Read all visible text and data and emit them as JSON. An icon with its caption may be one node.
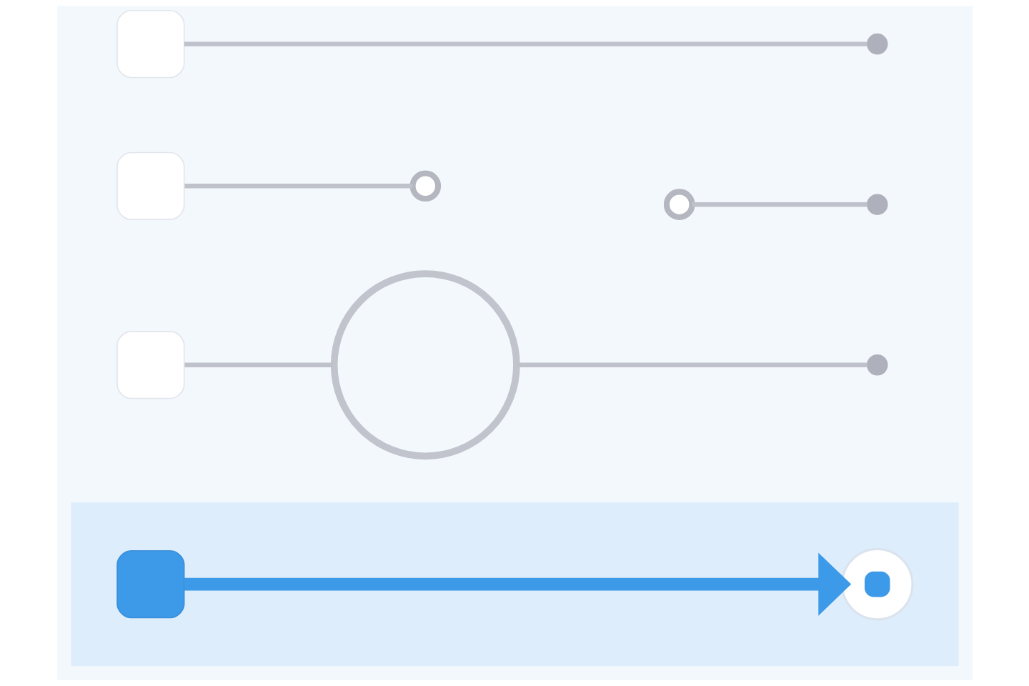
{
  "diagram": {
    "nodes": [
      {
        "text": [],
        "shape": "box"
      },
      {
        "text": [],
        "shape": "dot"
      },
      {
        "text": [],
        "shape": "box"
      },
      {
        "text": [],
        "shape": "circle"
      },
      {
        "text": [],
        "shape": "circle"
      },
      {
        "text": [],
        "shape": "dot"
      },
      {
        "text": [],
        "shape": "box"
      },
      {
        "text": [],
        "shape": "circle"
      },
      {
        "text": [],
        "shape": "dot"
      },
      {
        "text": [],
        "shape": "band"
      },
      {
        "text": [],
        "shape": "box",
        "in": 9
      },
      {
        "text": [],
        "shape": "circle",
        "in": 9
      }
    ],
    "edges": [
      {
        "from": 0,
        "to": 1,
        "arrow": "none"
      },
      {
        "from": 2,
        "to": 3,
        "arrow": "none"
      },
      {
        "from": 4,
        "to": 5,
        "arrow": "none"
      },
      {
        "from": 6,
        "to": 7,
        "arrow": "none"
      },
      {
        "from": 7,
        "to": 8,
        "arrow": "none"
      },
      {
        "from": 10,
        "to": 11,
        "arrow": "to",
        "style": "thick",
        "color": "#3d9ae8"
      }
    ]
  }
}
